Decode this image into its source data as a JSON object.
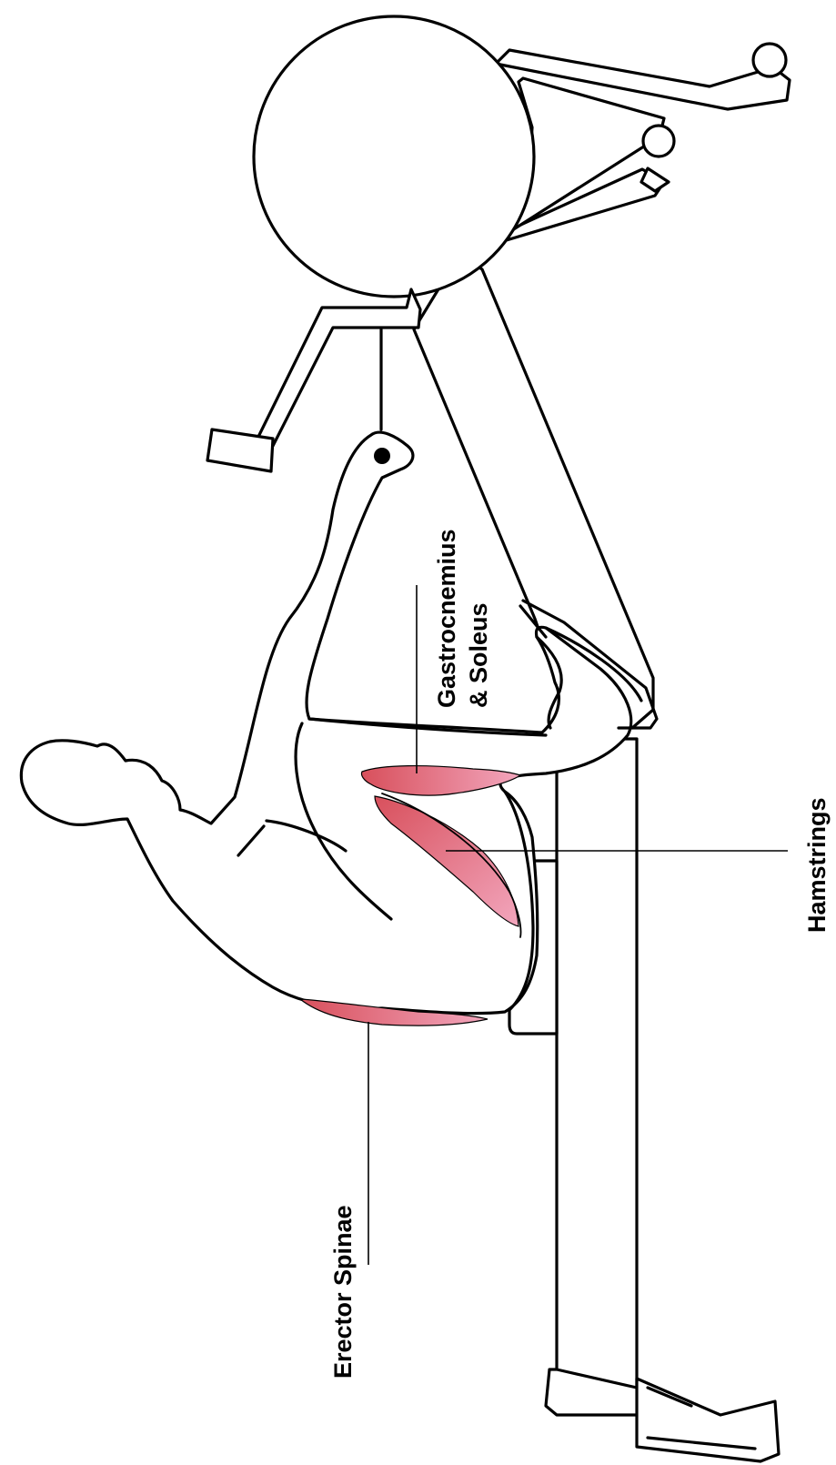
{
  "labels": {
    "gastrocnemius_line1": "Gastrocnemius",
    "gastrocnemius_line2": "& Soleus",
    "hamstrings": "Hamstrings",
    "erector_spinae": "Erector Spinae"
  },
  "colors": {
    "muscle_dark": "#d8505c",
    "muscle_light": "#f2a6bd",
    "outline": "#000000",
    "background": "#ffffff"
  }
}
